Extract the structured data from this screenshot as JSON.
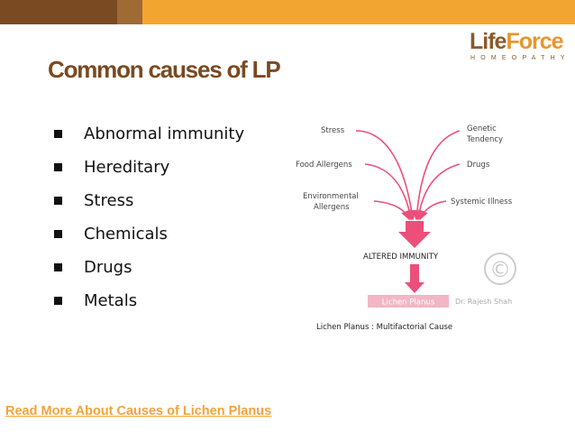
{
  "brand": {
    "name_part1": "Life",
    "name_part2": "Force",
    "tagline": "HOMEOPATHY"
  },
  "slide": {
    "title": "Common causes of LP",
    "bullets": [
      "Abnormal immunity",
      "Hereditary",
      "Stress",
      "Chemicals",
      "Drugs",
      "Metals"
    ]
  },
  "diagram": {
    "causes": {
      "stress": "Stress",
      "food_allergens": "Food Allergens",
      "environmental_line1": "Environmental",
      "environmental_line2": "Allergens",
      "genetic_line1": "Genetic",
      "genetic_line2": "Tendency",
      "drugs": "Drugs",
      "systemic_illness": "Systemic Illness"
    },
    "center": "ALTERED IMMUNITY",
    "result": "Lichen Planus",
    "copyright_symbol": "©",
    "author": "Dr. Rajesh Shah",
    "caption": "Lichen Planus : Multifactorial Cause"
  },
  "link": {
    "read_more": "Read More About Causes of Lichen Planus"
  },
  "colors": {
    "brown": "#7a4a22",
    "orange": "#f3a531",
    "pink": "#ec4f7a",
    "text_dark": "#111111"
  }
}
